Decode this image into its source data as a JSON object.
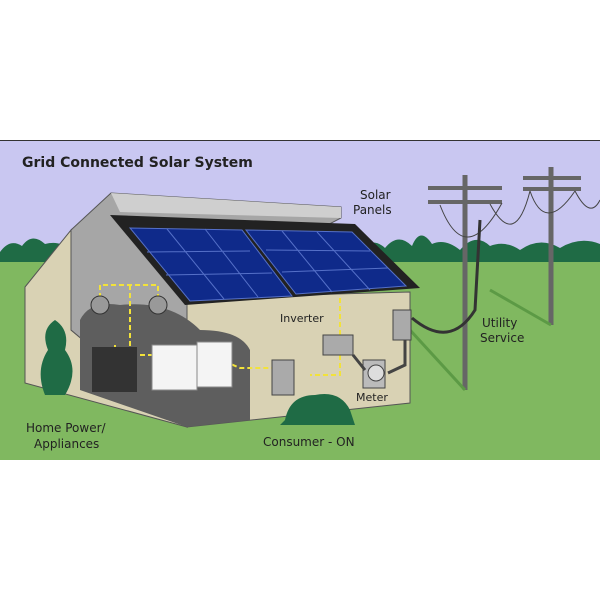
{
  "diagram": {
    "title": "Grid Connected   Solar  System",
    "labels": {
      "solar_panels_1": "Solar",
      "solar_panels_2": "Panels",
      "utility_1": "Utility",
      "utility_2": "Service",
      "inverter": "Inverter",
      "meter": "Meter",
      "consumer": "Consumer - ON",
      "home_1": "Home Power/",
      "home_2": "Appliances"
    },
    "colors": {
      "sky": "#c9c7f1",
      "grass": "#80b860",
      "trees": "#1f6b45",
      "panel": "#0f2a8a",
      "wall": "#d9d2b4",
      "wire": "#f2e23a"
    }
  }
}
